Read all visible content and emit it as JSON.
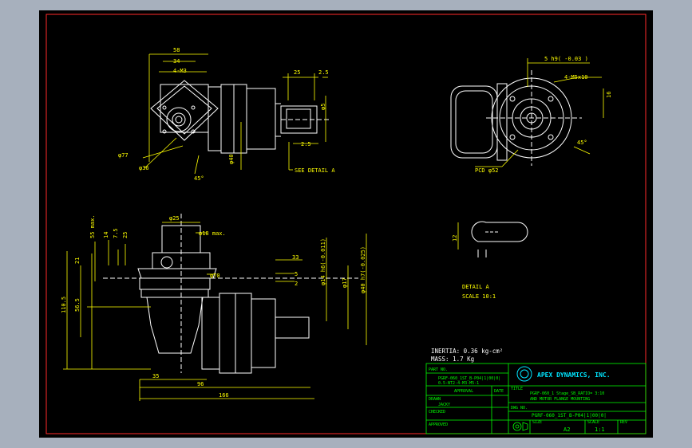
{
  "colors": {
    "background": "#a7b0bd",
    "sheet": "#000000",
    "border": "#ff2a2a",
    "geometry": "#ffffff",
    "dimension": "#ffff00",
    "titleblock": "#00ff00",
    "logo": "#00e5ff"
  },
  "top_view": {
    "dim_58": "58",
    "dim_34": "34",
    "holes": "4-M3",
    "dia_77": "φ77",
    "dia_36": "φ36",
    "angle": "45°",
    "dia_40": "φ40",
    "dim_25": "25",
    "dim_25b": "2.5",
    "dim_5": "φ5",
    "dim_2_5": "2.5",
    "see_detail": "SEE DETAIL A"
  },
  "side_view": {
    "shaft_tol": "5 h9( -0.03 )",
    "holes": "4-M5x10",
    "dim_16": "16",
    "angle": "45°",
    "pcd": "PCD φ52"
  },
  "front_view": {
    "dia_25": "φ25",
    "dia_18": "φ18 max.",
    "dim_55": "55 max.",
    "dim_14": "14",
    "dim_7_5": "7.5",
    "dim_25": "25",
    "dim_21": "21",
    "dim_56_5": "56.5",
    "dim_110_5": "110.5",
    "dia_70": "φ70",
    "dim_33": "33",
    "dim_5": "5",
    "dim_2": "2",
    "dia_14": "φ14 h6(-0.011)",
    "dia_17": "φ17",
    "dia_40": "φ40 h7(-0.025)",
    "dim_35": "35",
    "dim_96": "96",
    "dim_166": "166"
  },
  "detail": {
    "dim_12": "12",
    "title": "DETAIL A",
    "scale": "SCALE 10:1"
  },
  "notes": {
    "inertia": "INERTIA: 0.36 kg-cm²",
    "mass": "MASS: 1.7  Kg"
  },
  "titleblock": {
    "part_no_label": "PART NO.",
    "part_no_1": "PGRF-060_1ST_B-P04|1|00|0|",
    "part_no_2": "0.5-NT2-4-M3-M5-1",
    "approval_label": "APPROVAL",
    "date_label": "DATE",
    "drawn_label": "DRAWN",
    "drawn_value": "JACKY",
    "checked_label": "CHECKED",
    "approved_label": "APPROVED",
    "company": "APEX DYNAMICS, INC.",
    "title_label": "TITLE",
    "title_line1": "PGRF-060_1 Stage_SB_RATIO= 3:10",
    "title_line2": "AND MOTOR FLANGE MOUNTING",
    "dwg_no_label": "DWG NO.",
    "dwg_no": "PGRF-060_1ST_B-P04|1|00|0|",
    "size_label": "SIZE",
    "size_value": "A2",
    "scale_label": "SCALE",
    "scale_value": "1:1",
    "rev_label": "REV"
  }
}
